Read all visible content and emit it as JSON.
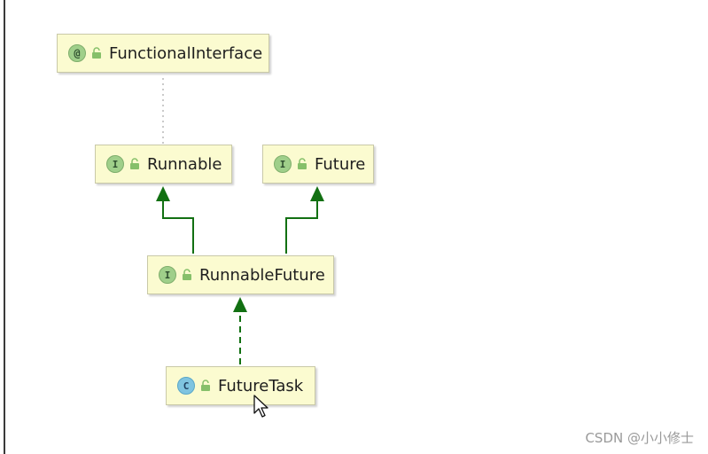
{
  "diagram": {
    "nodes": [
      {
        "id": "functional-interface",
        "kind": "annotation",
        "kind_letter": "@",
        "label": "FunctionalInterface"
      },
      {
        "id": "runnable",
        "kind": "interface",
        "kind_letter": "I",
        "label": "Runnable"
      },
      {
        "id": "future",
        "kind": "interface",
        "kind_letter": "I",
        "label": "Future"
      },
      {
        "id": "runnable-future",
        "kind": "interface",
        "kind_letter": "I",
        "label": "RunnableFuture"
      },
      {
        "id": "future-task",
        "kind": "class",
        "kind_letter": "C",
        "label": "FutureTask"
      }
    ],
    "edges": [
      {
        "from": "runnable",
        "to": "functional-interface",
        "style": "dotted",
        "relation": "annotated-by"
      },
      {
        "from": "runnable-future",
        "to": "runnable",
        "style": "solid",
        "relation": "extends"
      },
      {
        "from": "runnable-future",
        "to": "future",
        "style": "solid",
        "relation": "extends"
      },
      {
        "from": "future-task",
        "to": "runnable-future",
        "style": "dashed",
        "relation": "implements"
      }
    ],
    "colors": {
      "node_fill": "#fbfbd0",
      "node_border": "#c9c9a8",
      "edge_green": "#127012",
      "dotted_gray": "#b8b8b8",
      "interface_icon": "#9fcf8a",
      "class_icon": "#7fc4e0"
    },
    "icons": {
      "visibility": "lock-open-icon",
      "pointer": "mouse-cursor-icon"
    }
  },
  "watermark": "CSDN @小小修士"
}
